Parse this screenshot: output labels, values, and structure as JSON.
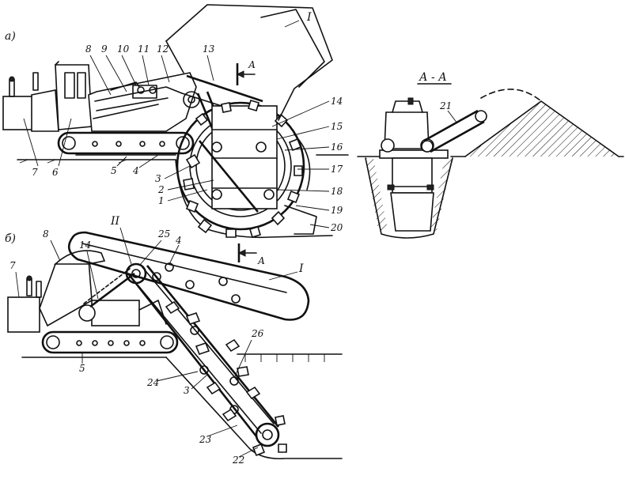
{
  "figure": {
    "view_a_label": "а)",
    "view_b_label": "б)",
    "section_label": "А - А",
    "section_mark": "А",
    "detail_I": "I",
    "detail_II": "II"
  },
  "callouts_a": [
    "1",
    "2",
    "3",
    "4",
    "5",
    "6",
    "7",
    "8",
    "9",
    "10",
    "11",
    "12",
    "13",
    "14",
    "15",
    "16",
    "17",
    "18",
    "19",
    "20"
  ],
  "callouts_b": [
    "3",
    "4",
    "5",
    "7",
    "8",
    "14",
    "22",
    "23",
    "24",
    "25",
    "26"
  ],
  "callout_section": "21"
}
